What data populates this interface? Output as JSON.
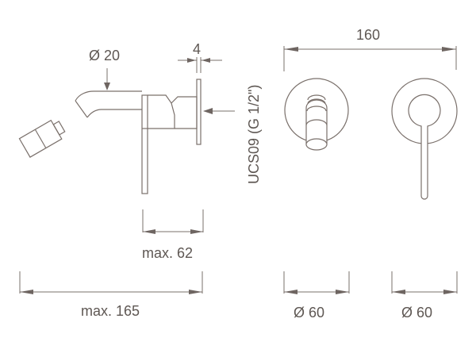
{
  "drawing": {
    "title": "Wall-mounted bidet mixer technical drawing",
    "line_color": "#7a706b",
    "text_color": "#5e5753",
    "labels": {
      "spout_diameter": "Ø 20",
      "plate_thickness": "4",
      "connection": "UCS09 (G 1/2\")",
      "overall_width": "160",
      "wall_depth": "max. 62",
      "total_projection": "max. 165",
      "rosette_left_diameter": "Ø 60",
      "rosette_right_diameter": "Ø 60"
    },
    "views": [
      {
        "name": "side-view",
        "description": "Side elevation with swivel spray head, spout, body, lever and wall plate"
      },
      {
        "name": "front-view-spout",
        "description": "Front view of spout rosette"
      },
      {
        "name": "front-view-mixer",
        "description": "Front view of mixer rosette with lever"
      }
    ]
  }
}
